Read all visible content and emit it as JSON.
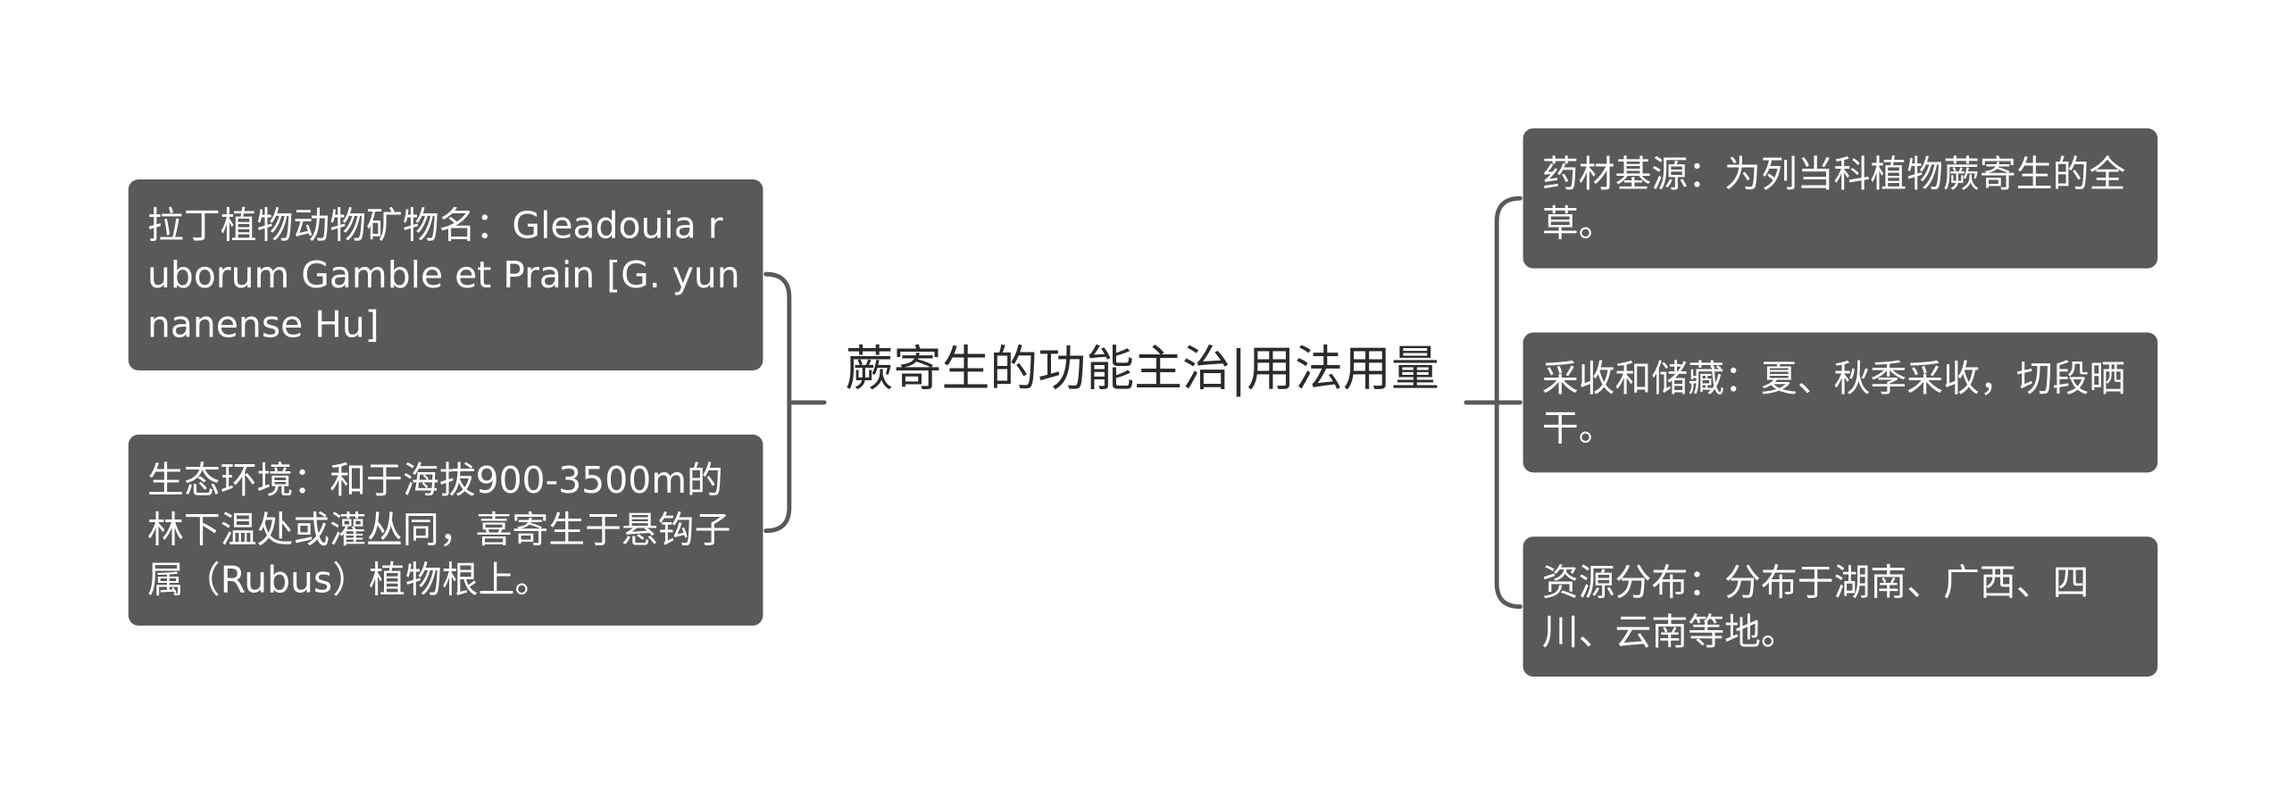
{
  "root": {
    "title": "蕨寄生的功能主治|用法用量"
  },
  "left_branches": [
    {
      "text": "拉丁植物动物矿物名：Gleadouia ruborum Gamble et Prain [G. yunnanense Hu]"
    },
    {
      "text": "生态环境：和于海拔900-3500m的林下温处或灌丛同，喜寄生于悬钩子属（Rubus）植物根上。"
    }
  ],
  "right_branches": [
    {
      "text": "药材基源：为列当科植物蕨寄生的全草。"
    },
    {
      "text": "采收和储藏：夏、秋季采收，切段晒干。"
    },
    {
      "text": "资源分布：分布于湖南、广西、四川、云南等地。"
    }
  ],
  "colors": {
    "node_bg": "#595959",
    "node_text": "#ffffff",
    "connector": "#595959",
    "root_text": "#2b2b2b"
  }
}
